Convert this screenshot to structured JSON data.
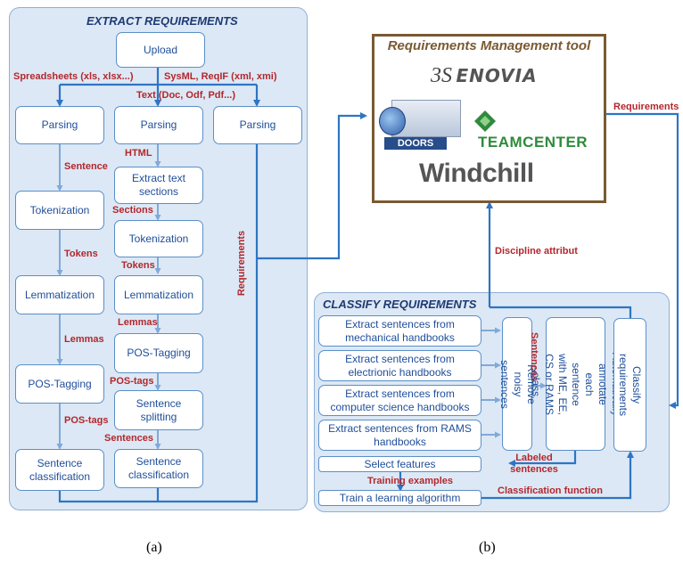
{
  "panel_a": {
    "title": "EXTRACT REQUIREMENTS",
    "upload": "Upload",
    "formats": {
      "spreadsheets": "Spreadsheets (xls, xlsx...)",
      "sysml": "SysML, ReqIF (xml, xmi)",
      "text": "Text (Doc, Odf, Pdf...)"
    },
    "left_col": {
      "parsing": "Parsing",
      "tokenization": "Tokenization",
      "lemmatization": "Lemmatization",
      "pos_tagging": "POS-Tagging",
      "sentence_classification": "Sentence classification"
    },
    "mid_col": {
      "parsing": "Parsing",
      "extract_text_sections": "Extract text sections",
      "tokenization": "Tokenization",
      "lemmatization": "Lemmatization",
      "pos_tagging": "POS-Tagging",
      "sentence_splitting": "Sentence splitting",
      "sentence_classification": "Sentence classification"
    },
    "right_col": {
      "parsing": "Parsing"
    },
    "labels_left": {
      "sentence": "Sentence",
      "tokens": "Tokens",
      "lemmas": "Lemmas",
      "pos_tags": "POS-tags"
    },
    "labels_mid": {
      "html": "HTML",
      "sections": "Sections",
      "tokens": "Tokens",
      "lemmas": "Lemmas",
      "pos_tags": "POS-tags",
      "sentences": "Sentences"
    },
    "requirements_vertical": "Requirements"
  },
  "rmt": {
    "title": "Requirements Management tool",
    "logos": {
      "enovia": "ENOVIA",
      "doors": "DOORS",
      "teamcenter": "TEAMCENTER",
      "windchill": "Windchill"
    }
  },
  "arrows": {
    "requirements_out": "Requirements",
    "discipline": "Discipline attribut"
  },
  "panel_b": {
    "title": "CLASSIFY REQUIREMENTS",
    "extract": [
      "Extract sentences from mechanical handbooks",
      "Extract sentences from electrionic handbooks",
      "Extract sentences from computer science handbooks",
      "Extract sentences from RAMS handbooks"
    ],
    "remove_noisy": "Remove noisy sentences",
    "sentences_label": "Sentences",
    "annotate": "Automatically annotate each sentence with ME, EE, CS or RAMS class",
    "classify": "Classify requirements",
    "select_features": "Select features",
    "labeled_sentences": "Labeled sentences",
    "training_examples": "Training examples",
    "train": "Train a learning algorithm",
    "classification_function": "Classification function"
  },
  "captions": {
    "a": "(a)",
    "b": "(b)"
  },
  "colors": {
    "arrow": "#2e75c4",
    "label": "#b3272d",
    "panel": "#dce8f5",
    "box_text": "#1f4e9a",
    "rmt_border": "#7a5a32"
  }
}
